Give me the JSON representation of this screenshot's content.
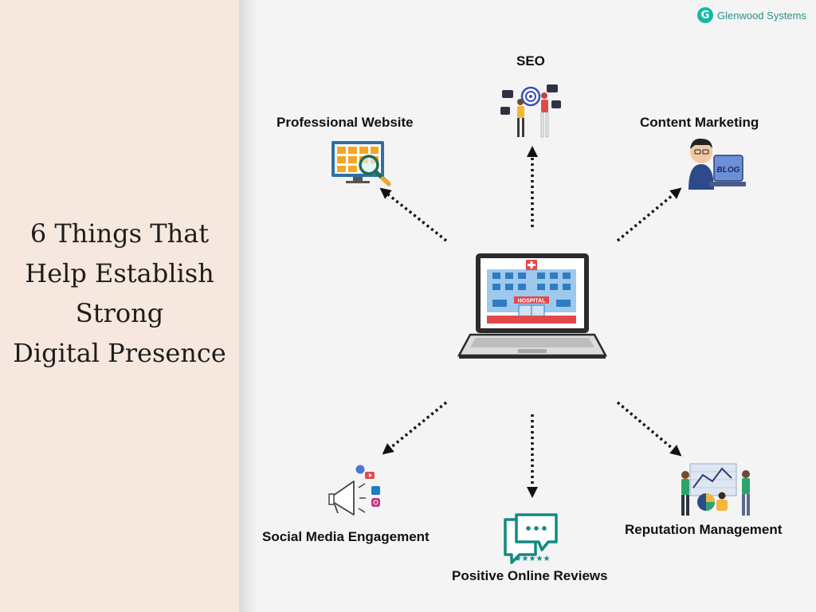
{
  "brand": {
    "name": "Glenwood Systems",
    "accent": "#16b8a8"
  },
  "headline": {
    "lines": [
      "6 Things That",
      "Help Establish",
      "Strong",
      "Digital Presence"
    ]
  },
  "center": {
    "icon": "laptop-hospital-icon",
    "sign_text": "HOSPITAL"
  },
  "nodes": {
    "seo": {
      "label": "SEO",
      "icon": "seo-analytics-icon"
    },
    "website": {
      "label": "Professional Website",
      "icon": "website-magnifier-icon"
    },
    "content": {
      "label": "Content Marketing",
      "icon": "blog-writer-icon",
      "badge": "BLOG"
    },
    "social": {
      "label": "Social Media Engagement",
      "icon": "megaphone-social-icon"
    },
    "reviews": {
      "label": "Positive Online Reviews",
      "icon": "chat-review-icon"
    },
    "reputation": {
      "label": "Reputation Management",
      "icon": "team-reputation-icon"
    }
  },
  "colors": {
    "left_panel": "#f6e8df",
    "canvas": "#f4f4f4",
    "teal": "#17a096",
    "accent_orange": "#f5a623"
  }
}
